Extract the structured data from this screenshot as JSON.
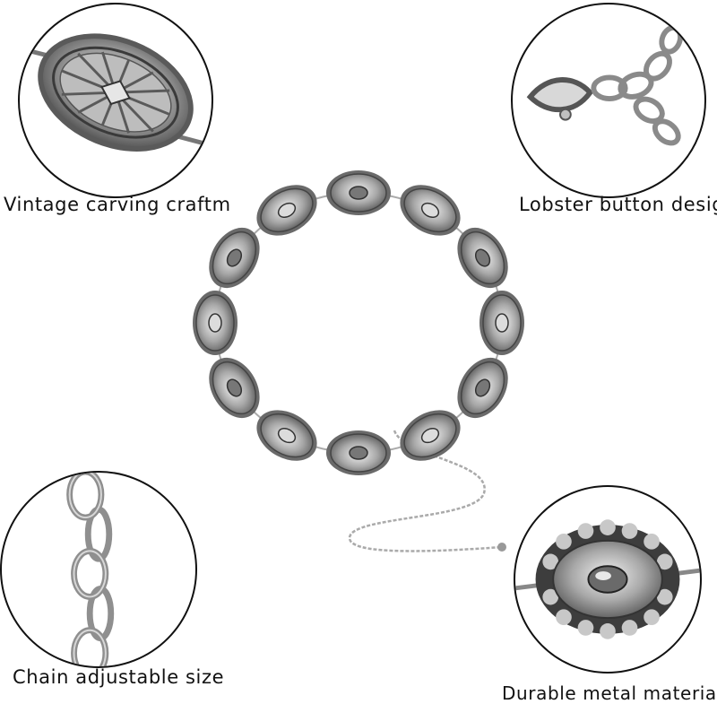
{
  "captions": {
    "top_left": "Vintage carving craftm",
    "top_right": "Lobster button design",
    "bottom_left": "Chain adjustable size",
    "bottom_right": "Durable metal material"
  },
  "colors": {
    "text": "#111111",
    "metal_light": "#d9d9d9",
    "metal_mid": "#9a9a9a",
    "metal_dark": "#4a4a4a",
    "outline": "#111111"
  }
}
